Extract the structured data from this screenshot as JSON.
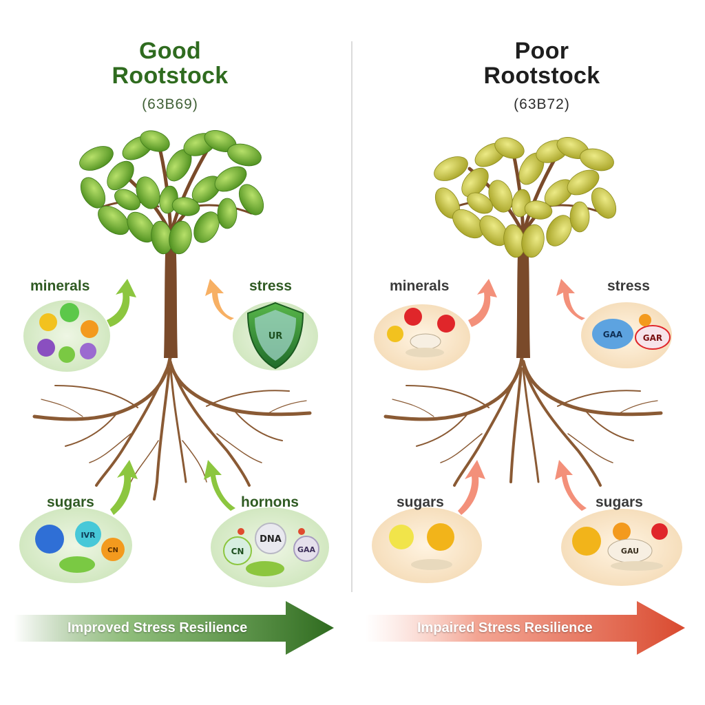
{
  "left_panel": {
    "title_line1": "Good",
    "title_line2": "Rootstock",
    "code": "(63B69)",
    "labels": {
      "top_left": "minerals",
      "top_right": "stress",
      "bottom_left": "sugars",
      "bottom_right": "hornons"
    },
    "banner": "Improved Stress Resilience",
    "bubble_text": {
      "stress_shield": "UR",
      "sugar_a": "IVR",
      "sugar_b": "CN",
      "hormone_a": "DNA",
      "hormone_b": "CN",
      "hormone_c": "GAA"
    }
  },
  "right_panel": {
    "title_line1": "Poor",
    "title_line2": "Rootstock",
    "code": "(63B72)",
    "labels": {
      "top_left": "minerals",
      "top_right": "stress",
      "bottom_left": "sugars",
      "bottom_right": "sugars"
    },
    "banner": "Impaired Stress Resilience",
    "bubble_text": {
      "stress_a": "GAA",
      "stress_b": "GAR",
      "sugar_c": "GAU"
    }
  },
  "colors": {
    "good_accent": "#3d7a22",
    "poor_accent": "#e05a3e",
    "healthy_leaf": "#7cb82f",
    "sickly_leaf": "#c9c43a",
    "trunk": "#7a4a2a"
  }
}
